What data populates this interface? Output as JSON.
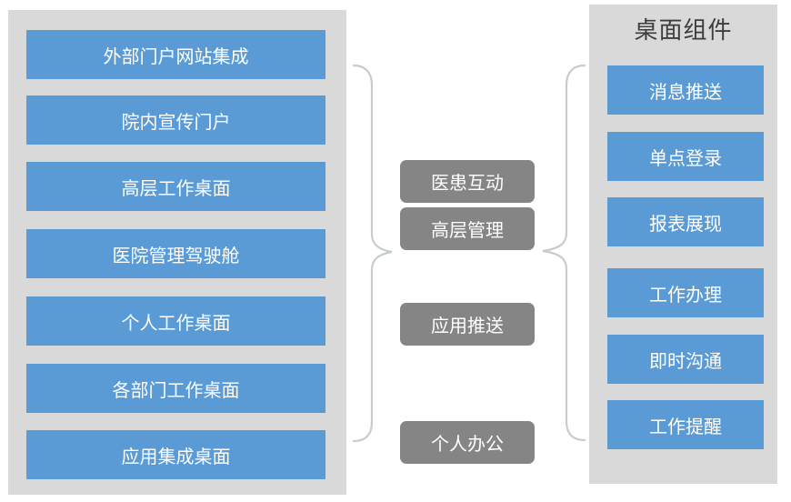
{
  "colors": {
    "accent_blue": "#5b9bd5",
    "panel_gray": "#d9d9d9",
    "connector_box_gray": "#858585",
    "brace_line": "#c7cdca",
    "title_text": "#3d3d3d",
    "box_text": "#ffffff"
  },
  "left_panel": {
    "items": [
      {
        "label": "外部门户网站集成"
      },
      {
        "label": "院内宣传门户"
      },
      {
        "label": "高层工作桌面"
      },
      {
        "label": "医院管理驾驶舱"
      },
      {
        "label": "个人工作桌面"
      },
      {
        "label": "各部门工作桌面"
      },
      {
        "label": "应用集成桌面"
      }
    ]
  },
  "middle_connectors": {
    "items": [
      {
        "label": "医患互动"
      },
      {
        "label": "高层管理"
      },
      {
        "label": "应用推送"
      },
      {
        "label": "个人办公"
      }
    ]
  },
  "right_panel": {
    "title": "桌面组件",
    "items": [
      {
        "label": "消息推送"
      },
      {
        "label": "单点登录"
      },
      {
        "label": "报表展现"
      },
      {
        "label": "工作办理"
      },
      {
        "label": "即时沟通"
      },
      {
        "label": "工作提醒"
      }
    ]
  }
}
